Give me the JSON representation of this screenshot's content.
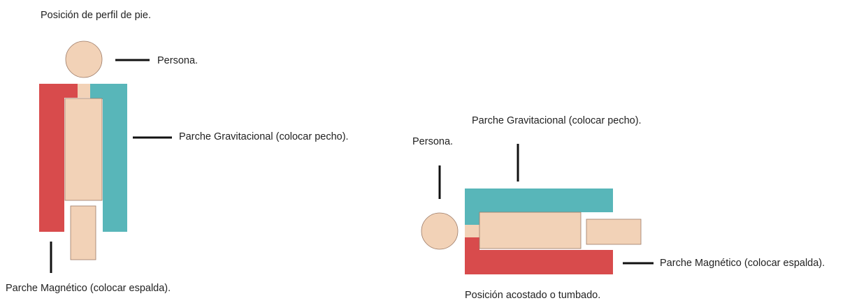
{
  "standing": {
    "title": "Posición de perfil de pie.",
    "person_label": "Persona.",
    "gravitational_label": "Parche Gravitacional (colocar pecho).",
    "magnetic_label": "Parche Magnético (colocar espalda)."
  },
  "lying": {
    "title": "Posición acostado o tumbado.",
    "person_label": "Persona.",
    "gravitational_label": "Parche Gravitacional (colocar pecho).",
    "magnetic_label": "Parche Magnético (colocar espalda)."
  },
  "colors": {
    "skin": "#f2d2b7",
    "skin_outline": "#9c7a66",
    "gravitational_patch": "#58b6b9",
    "magnetic_patch": "#d84b4c",
    "leader_line": "#111111"
  }
}
